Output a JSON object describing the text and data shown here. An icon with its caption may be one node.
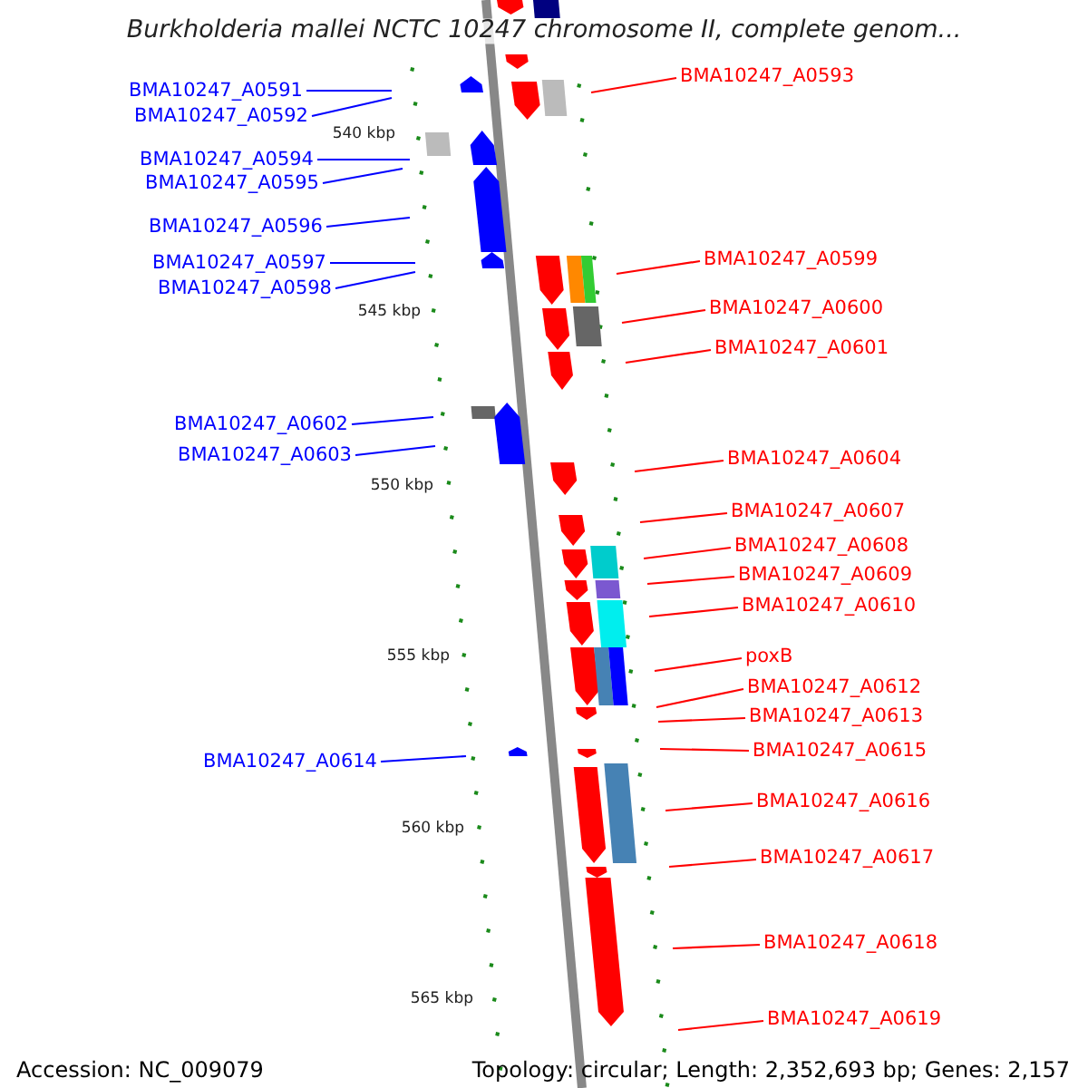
{
  "diagram": {
    "title": "Burkholderia mallei NCTC 10247 chromosome II, complete genom...",
    "nodes": [
      {
        "text": [
          "BMA10247_A0591"
        ]
      },
      {
        "text": [
          "BMA10247_A0592"
        ]
      },
      {
        "text": [
          "BMA10247_A0594"
        ]
      },
      {
        "text": [
          "BMA10247_A0595"
        ]
      },
      {
        "text": [
          "BMA10247_A0596"
        ]
      },
      {
        "text": [
          "BMA10247_A0597"
        ]
      },
      {
        "text": [
          "BMA10247_A0598"
        ]
      },
      {
        "text": [
          "BMA10247_A0602"
        ]
      },
      {
        "text": [
          "BMA10247_A0603"
        ]
      },
      {
        "text": [
          "BMA10247_A0614"
        ]
      },
      {
        "text": [
          "BMA10247_A0593"
        ]
      },
      {
        "text": [
          "BMA10247_A0599"
        ]
      },
      {
        "text": [
          "BMA10247_A0600"
        ]
      },
      {
        "text": [
          "BMA10247_A0601"
        ]
      },
      {
        "text": [
          "BMA10247_A0604"
        ]
      },
      {
        "text": [
          "BMA10247_A0607"
        ]
      },
      {
        "text": [
          "BMA10247_A0608"
        ]
      },
      {
        "text": [
          "BMA10247_A0609"
        ]
      },
      {
        "text": [
          "BMA10247_A0610"
        ]
      },
      {
        "text": [
          "poxB"
        ]
      },
      {
        "text": [
          "BMA10247_A0612"
        ]
      },
      {
        "text": [
          "BMA10247_A0613"
        ]
      },
      {
        "text": [
          "BMA10247_A0615"
        ]
      },
      {
        "text": [
          "BMA10247_A0616"
        ]
      },
      {
        "text": [
          "BMA10247_A0617"
        ]
      },
      {
        "text": [
          "BMA10247_A0618"
        ]
      },
      {
        "text": [
          "BMA10247_A0619"
        ]
      }
    ],
    "edges": [
      {
        "from": 0,
        "to": null,
        "arrow": "none",
        "color": "#0000ff"
      },
      {
        "from": 1,
        "to": null,
        "arrow": "none",
        "color": "#0000ff"
      },
      {
        "from": 2,
        "to": null,
        "arrow": "none",
        "color": "#0000ff"
      },
      {
        "from": 3,
        "to": null,
        "arrow": "none",
        "color": "#0000ff"
      },
      {
        "from": 4,
        "to": null,
        "arrow": "none",
        "color": "#0000ff"
      },
      {
        "from": 5,
        "to": null,
        "arrow": "none",
        "color": "#0000ff"
      },
      {
        "from": 6,
        "to": null,
        "arrow": "none",
        "color": "#0000ff"
      },
      {
        "from": 7,
        "to": null,
        "arrow": "none",
        "color": "#0000ff"
      },
      {
        "from": 8,
        "to": null,
        "arrow": "none",
        "color": "#0000ff"
      },
      {
        "from": 9,
        "to": null,
        "arrow": "none",
        "color": "#0000ff"
      },
      {
        "from": 10,
        "to": null,
        "arrow": "none"
      },
      {
        "from": 11,
        "to": null,
        "arrow": "none"
      },
      {
        "from": 12,
        "to": null,
        "arrow": "none"
      },
      {
        "from": 13,
        "to": null,
        "arrow": "none"
      },
      {
        "from": 14,
        "to": null,
        "arrow": "none"
      },
      {
        "from": 15,
        "to": null,
        "arrow": "none"
      },
      {
        "from": 16,
        "to": null,
        "arrow": "none"
      },
      {
        "from": 17,
        "to": null,
        "arrow": "none"
      },
      {
        "from": 18,
        "to": null,
        "arrow": "none"
      },
      {
        "from": 19,
        "to": null,
        "arrow": "none"
      },
      {
        "from": 20,
        "to": null,
        "arrow": "none"
      },
      {
        "from": 21,
        "to": null,
        "arrow": "none"
      },
      {
        "from": 22,
        "to": null,
        "arrow": "none"
      },
      {
        "from": 23,
        "to": null,
        "arrow": "none"
      },
      {
        "from": 24,
        "to": null,
        "arrow": "none"
      },
      {
        "from": 25,
        "to": null,
        "arrow": "none"
      },
      {
        "from": 26,
        "to": null,
        "arrow": "none"
      }
    ],
    "labels": [
      "540 kbp",
      "545 kbp",
      "550 kbp",
      "555 kbp",
      "560 kbp",
      "565 kbp",
      "Accession: NC_009079",
      "Topology: circular; Length: 2,352,693 bp; Genes: 2,157"
    ]
  }
}
